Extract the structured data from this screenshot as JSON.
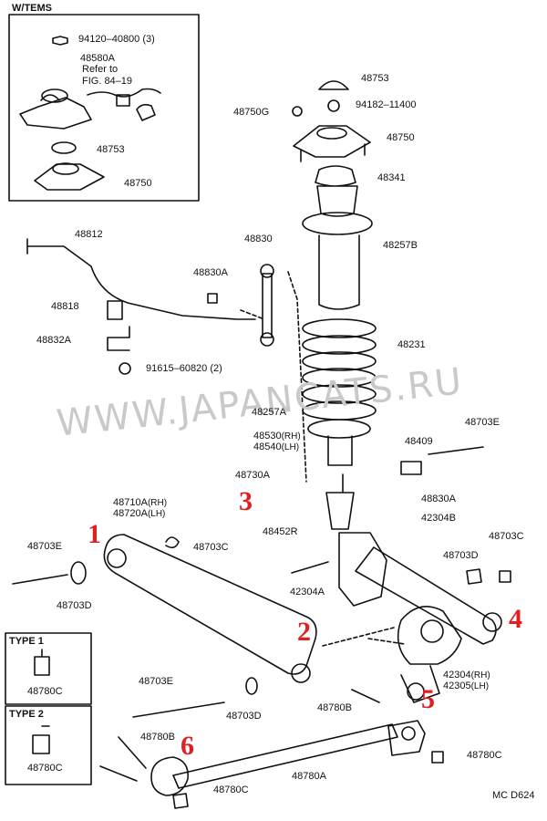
{
  "watermark": "WWW.JAPANCATS.RU",
  "inset": {
    "title": "W/TEMS",
    "refer_line1": "Refer to",
    "refer_line2": "FIG. 84–19"
  },
  "type_boxes": [
    {
      "title": "TYPE 1",
      "part": "48780C"
    },
    {
      "title": "TYPE 2",
      "part": "48780C"
    }
  ],
  "labels": {
    "p94120": "94120–40800 (3)",
    "p48580A": "48580A",
    "p48753_in": "48753",
    "p48750_in": "48750",
    "p48753": "48753",
    "p48750G": "48750G",
    "p94182": "94182–11400",
    "p48750": "48750",
    "p48341": "48341",
    "p48257B": "48257B",
    "p48812": "48812",
    "p48830": "48830",
    "p48830A_top": "48830A",
    "p48818": "48818",
    "p48832A": "48832A",
    "p91615": "91615–60820 (2)",
    "p48231": "48231",
    "p48257A": "48257A",
    "p48530": "48530",
    "p48540": "48540",
    "p48409": "48409",
    "p48703E_r": "48703E",
    "p48730A": "48730A",
    "p48830A_mid": "48830A",
    "p48452R": "48452R",
    "p42304B": "42304B",
    "p48703C_r": "48703C",
    "p48710A": "48710A",
    "p48720A": "48720A",
    "p48703C_l": "48703C",
    "p48703E_l": "48703E",
    "p48703D_l": "48703D",
    "p42304A": "42304A",
    "p48703D_r": "48703D",
    "p42304": "42304",
    "p42305": "42305",
    "p48703E_b": "48703E",
    "p48703D_b": "48703D",
    "p48780B_b": "48780B",
    "p48780B_l": "48780B",
    "p48780C_r": "48780C",
    "p48780C_b": "48780C",
    "p48780A": "48780A",
    "rh": "(RH)",
    "lh": "(LH)"
  },
  "callouts": [
    "1",
    "2",
    "3",
    "4",
    "5",
    "6"
  ],
  "footer_code": "MC D624",
  "colors": {
    "callout": "#e02020",
    "line": "#111111",
    "watermark": "#c9c9c9"
  }
}
